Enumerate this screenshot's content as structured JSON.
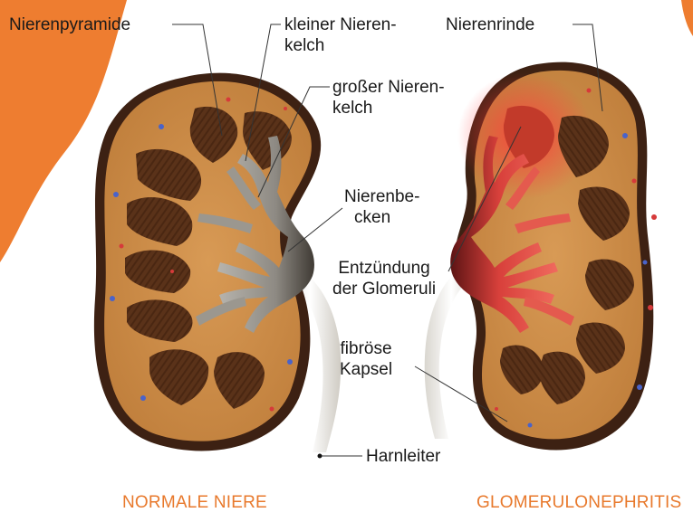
{
  "labels": {
    "nierenpyramide": "Nierenpyramide",
    "kleiner_nierenkelch": [
      "kleiner Nieren-",
      "kelch"
    ],
    "nierenrinde": "Nierenrinde",
    "grosser_nierenkelch": [
      "großer Nieren-",
      "kelch"
    ],
    "nierenbecken": [
      "Nierenbe-",
      "cken"
    ],
    "entzuendung": [
      "Entzündung",
      "der Glomeruli"
    ],
    "kapsel": [
      "fibröse",
      "Kapsel"
    ],
    "harnleiter": "Harnleiter"
  },
  "captions": {
    "left": "NORMALE NIERE",
    "right": "GLOMERULONEPHRITIS"
  },
  "colors": {
    "accent_orange": "#e8792c",
    "cortex": "#c98a45",
    "capsule": "#3d2113",
    "pyramid": "#5a3219",
    "pelvis_normal": "#8a8a86",
    "pelvis_inflamed": "#d9423e"
  }
}
